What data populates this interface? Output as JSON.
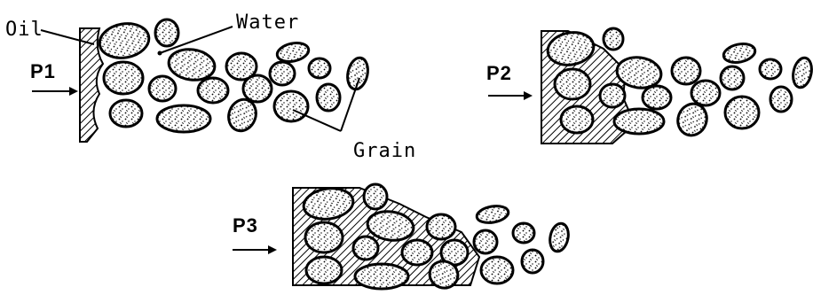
{
  "labels": {
    "oil": "Oil",
    "water": "Water",
    "grain": "Grain",
    "p1": "P1",
    "p2": "P2",
    "p3": "P3"
  },
  "colors": {
    "ink": "#000000",
    "background": "#ffffff"
  }
}
